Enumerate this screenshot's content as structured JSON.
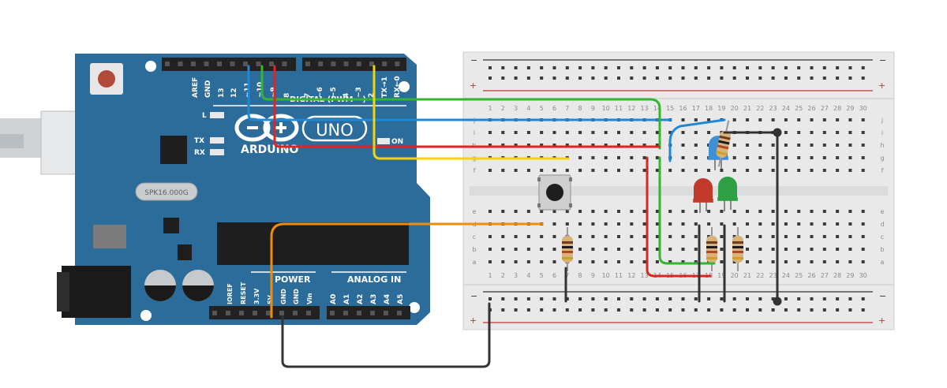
{
  "arduino": {
    "brand": "ARDUINO",
    "model": "UNO",
    "header_top_labels": [
      "AREF",
      "GND",
      "13",
      "12",
      "~11",
      "~10",
      "~9",
      "8",
      "7",
      "~6",
      "~5",
      "4",
      "~3",
      "2",
      "TX→1",
      "RX←0"
    ],
    "digital_label": "DIGITAL (PWM ~)",
    "led_labels": [
      "L",
      "TX",
      "RX"
    ],
    "on_label": "ON",
    "crystal_label": "SPK16.000G",
    "power_label": "POWER",
    "analog_label": "ANALOG IN",
    "header_bottom_power": [
      "IOREF",
      "RESET",
      "3.3V",
      "5V",
      "GND",
      "GND",
      "Vin"
    ],
    "header_bottom_analog": [
      "A0",
      "A1",
      "A2",
      "A3",
      "A4",
      "A5"
    ],
    "board_color": "#2b6c9b"
  },
  "breadboard": {
    "columns": 30,
    "row_letters_top": [
      "j",
      "i",
      "h",
      "g",
      "f"
    ],
    "row_letters_bottom": [
      "e",
      "d",
      "c",
      "b",
      "a"
    ],
    "rail_minus": "−",
    "rail_plus": "+"
  },
  "components": {
    "pushbutton": "pushbutton",
    "leds": [
      {
        "color_name": "blue",
        "color": "#3d8fd6"
      },
      {
        "color_name": "red",
        "color": "#c0392b"
      },
      {
        "color_name": "green",
        "color": "#2ea043"
      }
    ],
    "resistors": 4
  },
  "wires": [
    {
      "name": "blue",
      "color": "#1f88d6"
    },
    {
      "name": "green",
      "color": "#35b52f"
    },
    {
      "name": "red",
      "color": "#e02424"
    },
    {
      "name": "yellow",
      "color": "#f2d40c"
    },
    {
      "name": "orange",
      "color": "#f08c0c"
    },
    {
      "name": "black",
      "color": "#333333"
    }
  ]
}
